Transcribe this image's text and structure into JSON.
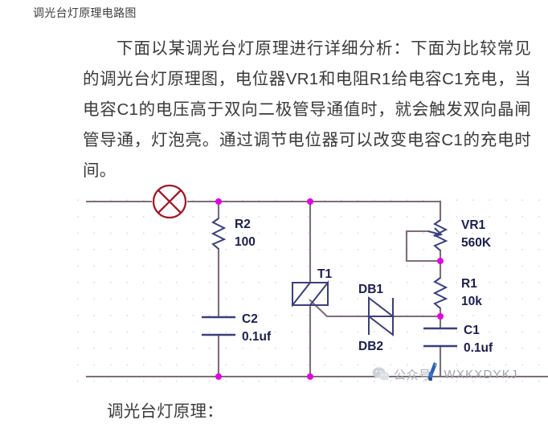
{
  "article": {
    "title": "调光台灯原理电路图",
    "intro_paragraph": "下面以某调光台灯原理进行详细分析：下面为比较常见的调光台灯原理图，电位器VR1和电阻R1给电容C1充电，当电容C1的电压高于双向二极管导通值时，就会触发双向晶闸管导通，灯泡亮。通过调节电位器可以改变电容C1的充电时间。",
    "closing_line": "调光台灯原理："
  },
  "schematic": {
    "caption_hidden": "调光台灯原理图",
    "colors": {
      "wire": "#7d6e79",
      "symbol": "#3b3f7a",
      "lamp": "#9b1d2a",
      "junction": "#e000e0",
      "label": "#1b1f4b",
      "grid_dot": "#d8d4dc"
    },
    "components": [
      {
        "ref": "lamp",
        "designator": "",
        "value": "",
        "symbol": "lamp-crossed-circle"
      },
      {
        "ref": "R2",
        "designator": "R2",
        "value": "100",
        "symbol": "resistor"
      },
      {
        "ref": "C2",
        "designator": "C2",
        "value": "0.1uf",
        "symbol": "capacitor"
      },
      {
        "ref": "T1",
        "designator": "T1",
        "value": "",
        "symbol": "triac"
      },
      {
        "ref": "DB",
        "designator": "DB1",
        "value": "DB2",
        "symbol": "diac"
      },
      {
        "ref": "VR1",
        "designator": "VR1",
        "value": "560K",
        "symbol": "potentiometer"
      },
      {
        "ref": "R1",
        "designator": "R1",
        "value": "10k",
        "symbol": "resistor"
      },
      {
        "ref": "C1",
        "designator": "C1",
        "value": "0.1uf",
        "symbol": "capacitor"
      }
    ],
    "labels": {
      "r2_ref": "R2",
      "r2_val": "100",
      "c2_ref": "C2",
      "c2_val": "0.1uf",
      "t1_ref": "T1",
      "db1_ref": "DB1",
      "db2_ref": "DB2",
      "vr1_ref": "VR1",
      "vr1_val": "560K",
      "r1_ref": "R1",
      "r1_val": "10k",
      "c1_ref": "C1",
      "c1_val": "0.1uf"
    }
  },
  "watermark": {
    "account_label": "公众号",
    "account_code": "WXKXDYKJ"
  }
}
